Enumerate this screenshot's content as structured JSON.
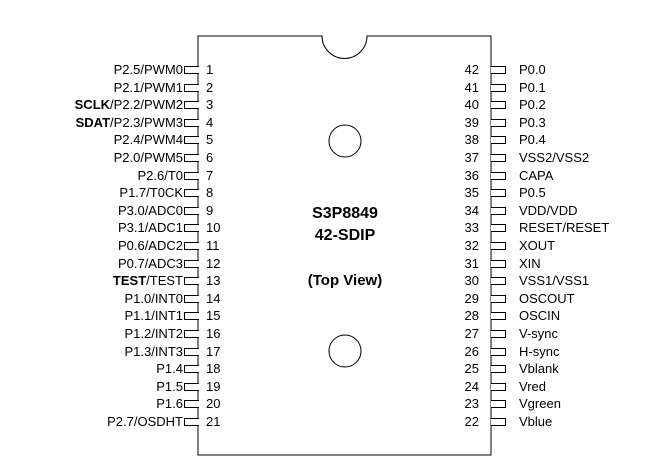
{
  "chip": {
    "part_number": "S3P8849",
    "package": "42-SDIP",
    "view": "(Top View)"
  },
  "left_pins": [
    {
      "num": "1",
      "bold": "",
      "label": "P2.5/PWM0"
    },
    {
      "num": "2",
      "bold": "",
      "label": "P2.1/PWM1"
    },
    {
      "num": "3",
      "bold": "SCLK",
      "label": "/P2.2/PWM2"
    },
    {
      "num": "4",
      "bold": "SDAT",
      "label": "/P2.3/PWM3"
    },
    {
      "num": "5",
      "bold": "",
      "label": "P2.4/PWM4"
    },
    {
      "num": "6",
      "bold": "",
      "label": "P2.0/PWM5"
    },
    {
      "num": "7",
      "bold": "",
      "label": "P2.6/T0"
    },
    {
      "num": "8",
      "bold": "",
      "label": "P1.7/T0CK"
    },
    {
      "num": "9",
      "bold": "",
      "label": "P3.0/ADC0"
    },
    {
      "num": "10",
      "bold": "",
      "label": "P3.1/ADC1"
    },
    {
      "num": "11",
      "bold": "",
      "label": "P0.6/ADC2"
    },
    {
      "num": "12",
      "bold": "",
      "label": "P0.7/ADC3"
    },
    {
      "num": "13",
      "bold": "TEST",
      "label": "/TEST"
    },
    {
      "num": "14",
      "bold": "",
      "label": "P1.0/INT0"
    },
    {
      "num": "15",
      "bold": "",
      "label": "P1.1/INT1"
    },
    {
      "num": "16",
      "bold": "",
      "label": "P1.2/INT2"
    },
    {
      "num": "17",
      "bold": "",
      "label": "P1.3/INT3"
    },
    {
      "num": "18",
      "bold": "",
      "label": "P1.4"
    },
    {
      "num": "19",
      "bold": "",
      "label": "P1.5"
    },
    {
      "num": "20",
      "bold": "",
      "label": "P1.6"
    },
    {
      "num": "21",
      "bold": "",
      "label": "P2.7/OSDHT"
    }
  ],
  "right_pins": [
    {
      "num": "42",
      "label": "P0.0"
    },
    {
      "num": "41",
      "label": "P0.1"
    },
    {
      "num": "40",
      "label": "P0.2"
    },
    {
      "num": "39",
      "label": "P0.3"
    },
    {
      "num": "38",
      "label": "P0.4"
    },
    {
      "num": "37",
      "label": "VSS2/VSS2"
    },
    {
      "num": "36",
      "label": "CAPA"
    },
    {
      "num": "35",
      "label": "P0.5"
    },
    {
      "num": "34",
      "label": "VDD/VDD"
    },
    {
      "num": "33",
      "label": "RESET/RESET"
    },
    {
      "num": "32",
      "label": "XOUT"
    },
    {
      "num": "31",
      "label": "XIN"
    },
    {
      "num": "30",
      "label": "VSS1/VSS1"
    },
    {
      "num": "29",
      "label": "OSCOUT"
    },
    {
      "num": "28",
      "label": "OSCIN"
    },
    {
      "num": "27",
      "label": "V-sync"
    },
    {
      "num": "26",
      "label": "H-sync"
    },
    {
      "num": "25",
      "label": "Vblank"
    },
    {
      "num": "24",
      "label": "Vred"
    },
    {
      "num": "23",
      "label": "Vgreen"
    },
    {
      "num": "22",
      "label": "Vblue"
    }
  ]
}
